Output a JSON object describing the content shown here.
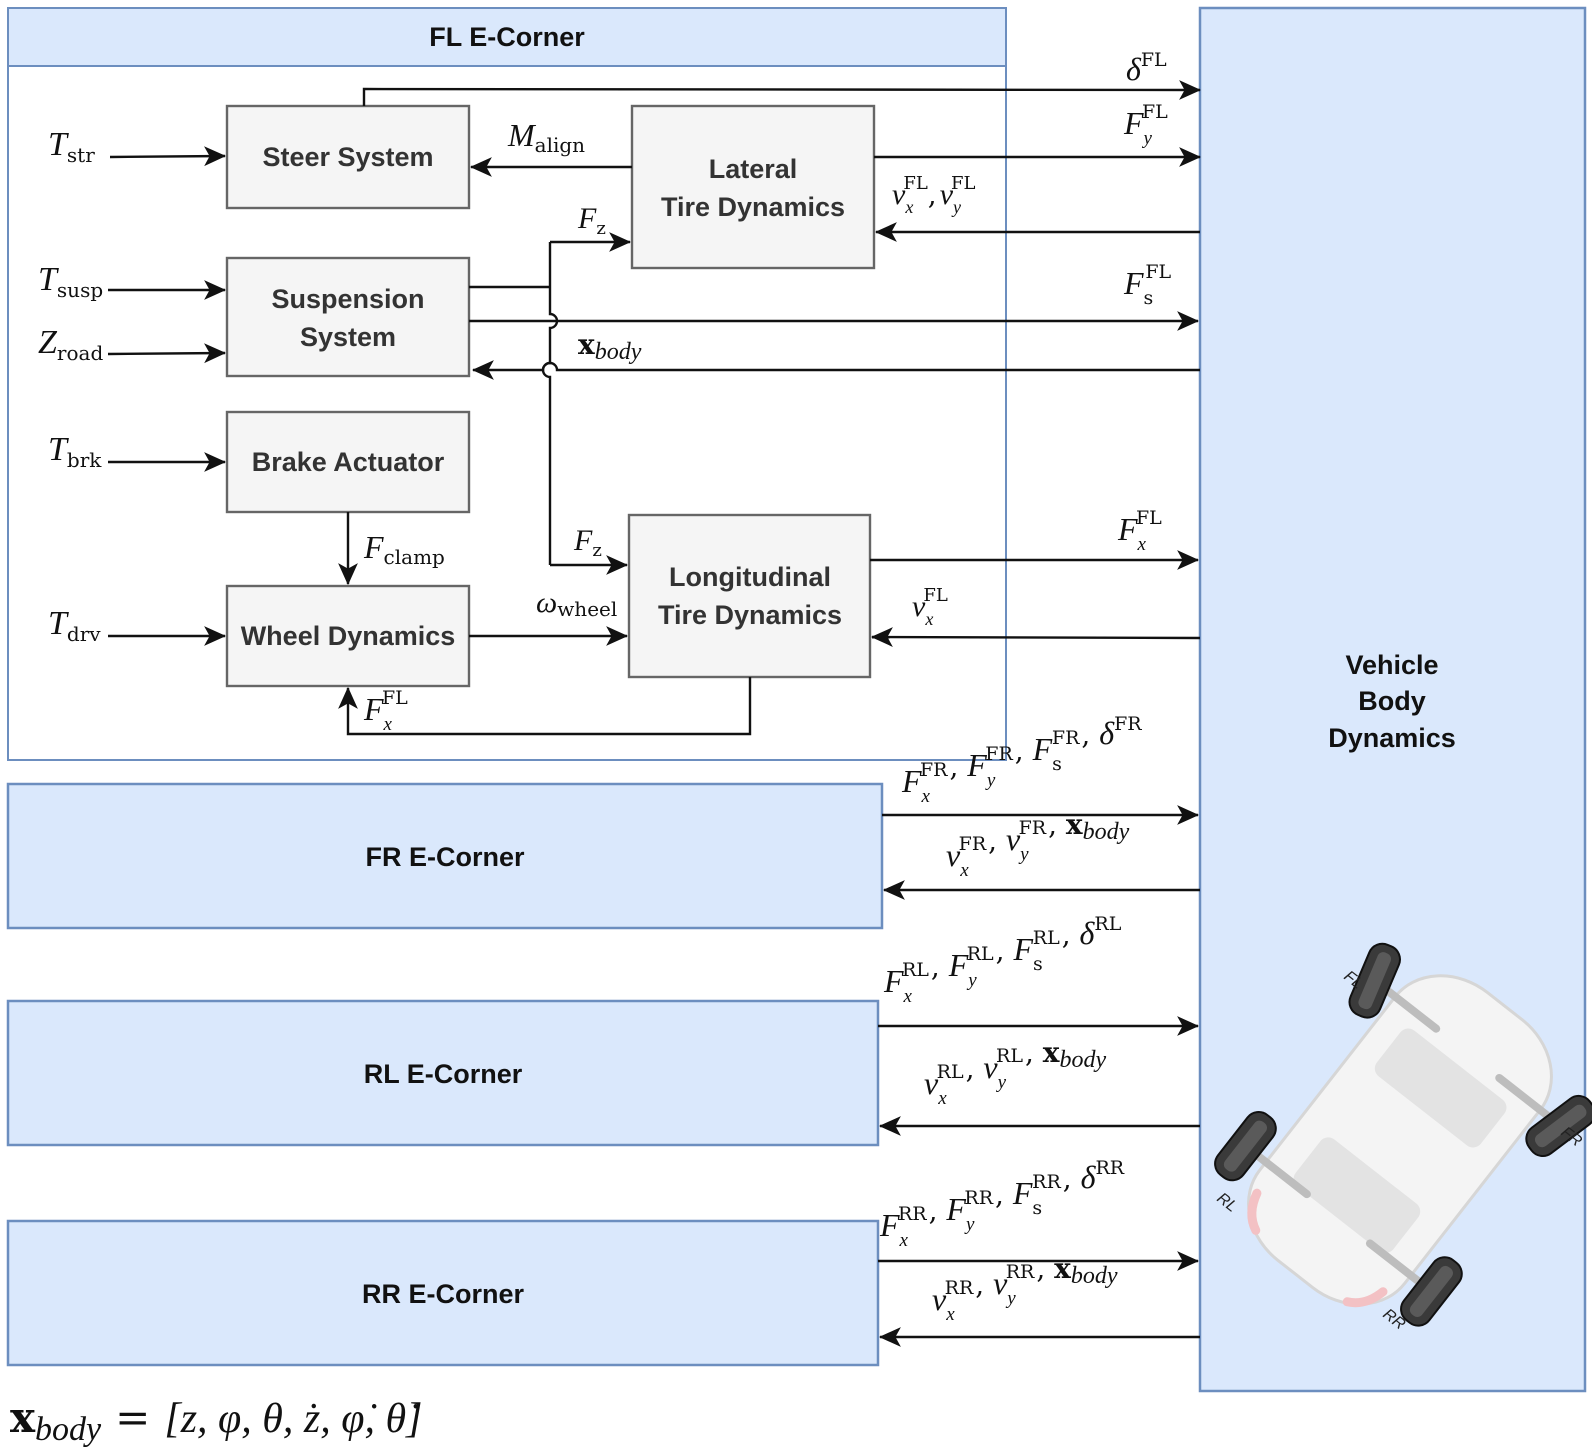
{
  "colors": {
    "corner_fill": "#dae8fc",
    "corner_stroke": "#6c8ebf",
    "block_fill": "#f5f5f5",
    "block_stroke": "#666666",
    "wire": "#111111",
    "tire_dark": "#3a3a3a",
    "car_body": "#f4f4f4",
    "tail_light": "#f3c1c4"
  },
  "fl_corner": {
    "title": "FL E-Corner",
    "blocks": {
      "steer": "Steer System",
      "suspension_line1": "Suspension",
      "suspension_line2": "System",
      "brake": "Brake Actuator",
      "wheel": "Wheel Dynamics",
      "lateral_line1": "Lateral",
      "lateral_line2": "Tire Dynamics",
      "longitudinal_line1": "Longitudinal",
      "longitudinal_line2": "Tire Dynamics"
    },
    "inputs": [
      {
        "base": "T",
        "sub": "str"
      },
      {
        "base": "T",
        "sub": "susp"
      },
      {
        "base": "Z",
        "sub": "road"
      },
      {
        "base": "T",
        "sub": "brk"
      },
      {
        "base": "T",
        "sub": "drv"
      }
    ],
    "internal_signals": {
      "m_align": {
        "base": "M",
        "sub": "align"
      },
      "fz_lat": {
        "base": "F",
        "sub": "z"
      },
      "fz_long": {
        "base": "F",
        "sub": "z"
      },
      "f_clamp": {
        "base": "F",
        "sub": "clamp"
      },
      "omega_wheel": {
        "base": "ω",
        "sub": "wheel"
      },
      "fx_feedback": {
        "base": "F",
        "sub": "x",
        "sup": "FL"
      },
      "x_body": {
        "base": "x",
        "sub": "body"
      }
    },
    "outputs": {
      "delta": {
        "base": "δ",
        "sup": "FL"
      },
      "fy": {
        "base": "F",
        "sub": "y",
        "sup": "FL"
      },
      "v_xy_a": {
        "base": "v",
        "sub": "x",
        "sup": "FL"
      },
      "v_xy_sep": ",",
      "v_xy_b": {
        "base": "v",
        "sub": "y",
        "sup": "FL"
      },
      "fs": {
        "base": "F",
        "sub": "s",
        "sup": "FL"
      },
      "fx": {
        "base": "F",
        "sub": "x",
        "sup": "FL"
      },
      "vx": {
        "base": "v",
        "sub": "x",
        "sup": "FL"
      }
    }
  },
  "other_corners": [
    {
      "id": "FR",
      "title": "FR E-Corner",
      "out": [
        "x",
        "y",
        "s"
      ],
      "out_delta": "δ",
      "in_v": [
        "x",
        "y"
      ],
      "in_xbody": {
        "base": "x",
        "sub": "body"
      }
    },
    {
      "id": "RL",
      "title": "RL E-Corner",
      "out": [
        "x",
        "y",
        "s"
      ],
      "out_delta": "δ",
      "in_v": [
        "x",
        "y"
      ],
      "in_xbody": {
        "base": "x",
        "sub": "body"
      }
    },
    {
      "id": "RR",
      "title": "RR E-Corner",
      "out": [
        "x",
        "y",
        "s"
      ],
      "out_delta": "δ",
      "in_v": [
        "x",
        "y"
      ],
      "in_xbody": {
        "base": "x",
        "sub": "body"
      }
    }
  ],
  "vehicle_body": {
    "title_line1": "Vehicle",
    "title_line2": "Body",
    "title_line3": "Dynamics",
    "wheel_labels": {
      "fl": "FL",
      "fr": "FR",
      "rl": "RL",
      "rr": "RR"
    }
  },
  "footnote": {
    "lhs_base": "x",
    "lhs_sub": "body",
    "equals": "=",
    "rhs": "[z, φ, θ, ż, φ̇, θ̇]"
  }
}
